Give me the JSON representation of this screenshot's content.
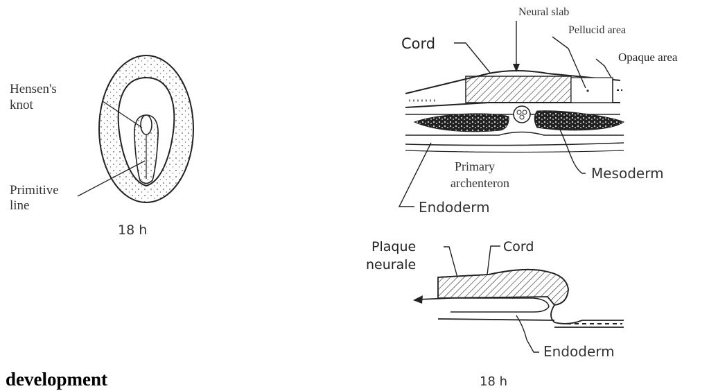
{
  "left_figure": {
    "labels": {
      "hensens_knot_line1": "Hensen's",
      "hensens_knot_line2": "knot",
      "primitive_line_line1": "Primitive",
      "primitive_line_line2": "line"
    },
    "time_label": "18 h"
  },
  "right_top_figure": {
    "labels": {
      "neural_slab": "Neural slab",
      "pellucid_area": "Pellucid area",
      "cord": "Cord",
      "opaque_area": "Opaque area",
      "primary_archenteron_line1": "Primary",
      "primary_archenteron_line2": "archenteron",
      "mesoderm": "Mesoderm",
      "endoderm": "Endoderm"
    }
  },
  "right_bottom_figure": {
    "labels": {
      "plaque_line1": "Plaque",
      "plaque_line2": "neurale",
      "cord": "Cord",
      "endoderm": "Endoderm"
    },
    "time_label": "18 h"
  },
  "caption": "development"
}
